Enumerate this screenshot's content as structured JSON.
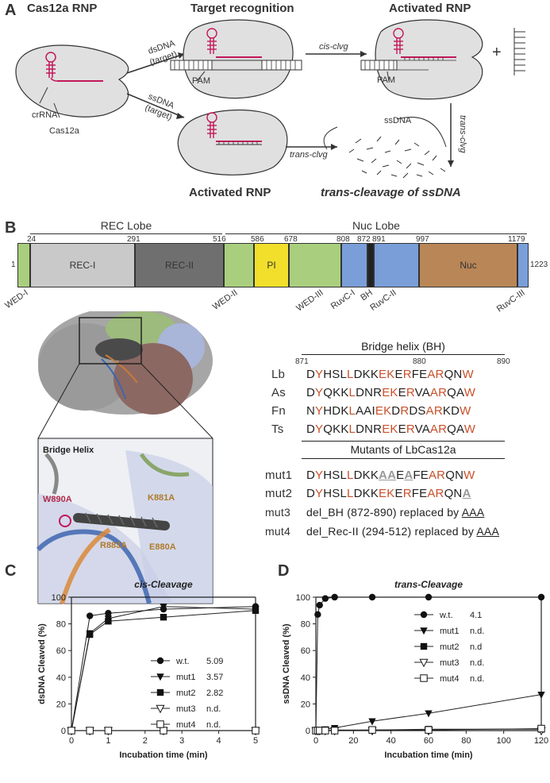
{
  "panelA": {
    "letter": "A",
    "titles": {
      "cas12a_rnp": "Cas12a RNP",
      "target_recognition": "Target recognition",
      "activated_rnp_top": "Activated RNP",
      "activated_rnp_bottom": "Activated RNP",
      "trans_cleavage": "trans-cleavage of ssDNA"
    },
    "labels": {
      "crRNA": "crRNA",
      "cas12a": "Cas12a",
      "dsdna": "dsDNA",
      "target1": "(target)",
      "ssdna": "ssDNA",
      "target2": "(target)",
      "pam1": "PAM",
      "pam2": "PAM",
      "cis": "cis-clvg",
      "trans1": "trans-clvg",
      "trans2": "trans-clvg",
      "ssdna_free": "ssDNA",
      "plus": "+"
    }
  },
  "panelB": {
    "letter": "B",
    "rec_lobe": "REC Lobe",
    "nuc_lobe": "Nuc Lobe",
    "domains": [
      {
        "name": "",
        "start": 1,
        "end": 24,
        "color": "#a9cf7e"
      },
      {
        "name": "REC-I",
        "start": 24,
        "end": 291,
        "color": "#c9c9c9"
      },
      {
        "name": "REC-II",
        "start": 291,
        "end": 516,
        "color": "#6f6f6f"
      },
      {
        "name": "",
        "start": 516,
        "end": 586,
        "color": "#a9cf7e"
      },
      {
        "name": "PI",
        "start": 586,
        "end": 678,
        "color": "#f1df2b"
      },
      {
        "name": "",
        "start": 678,
        "end": 808,
        "color": "#a9cf7e"
      },
      {
        "name": "",
        "start": 808,
        "end": 872,
        "color": "#7a9ed8"
      },
      {
        "name": "",
        "start": 872,
        "end": 891,
        "color": "#222222"
      },
      {
        "name": "",
        "start": 891,
        "end": 997,
        "color": "#7a9ed8"
      },
      {
        "name": "Nuc",
        "start": 997,
        "end": 1179,
        "color": "#b98657"
      },
      {
        "name": "",
        "start": 1179,
        "end": 1223,
        "color": "#7a9ed8"
      }
    ],
    "positions": [
      "24",
      "291",
      "516",
      "586",
      "678",
      "808",
      "872",
      "891",
      "997",
      "1179"
    ],
    "pos_start": "1",
    "pos_end": "1223",
    "rotated_labels": [
      "WED-I",
      "WED-II",
      "WED-III",
      "RuvC-I",
      "BH",
      "RuvC-II",
      "RuvC-III"
    ],
    "inset_title": "Bridge Helix",
    "mutations": [
      "W890A",
      "K881A",
      "R883A",
      "E880A"
    ],
    "bh_title": "Bridge helix (BH)",
    "bh_nums": [
      "871",
      "880",
      "890"
    ],
    "mut_title": "Mutants of LbCas12a",
    "seqs": {
      "lb": "Lb",
      "as": "As",
      "fn": "Fn",
      "ts": "Ts",
      "mut1": "mut1",
      "mut2": "mut2",
      "mut3": "mut3",
      "mut4": "mut4",
      "mut3_text": "del_BH (872-890) replaced by ",
      "mut4_text": "del_Rec-II (294-512) replaced by ",
      "aaa": "AAA"
    }
  },
  "panelC": {
    "letter": "C",
    "chart_data": {
      "type": "scatter",
      "title": "cis-Cleavage",
      "xlabel": "Incubation time (min)",
      "ylabel": "dsDNA  Cleaved (%)",
      "xlim": [
        0,
        5
      ],
      "ylim": [
        0,
        100
      ],
      "xticks": [
        "0",
        "1",
        "2",
        "3",
        "4",
        "5"
      ],
      "yticks": [
        "0",
        "20",
        "40",
        "60",
        "80",
        "100"
      ],
      "series": [
        {
          "name": "w.t.",
          "value_label": "5.09",
          "marker": "circle",
          "x": [
            0,
            0.5,
            1,
            2.5,
            5
          ],
          "y": [
            0,
            86,
            88,
            91,
            93
          ]
        },
        {
          "name": "mut1",
          "value_label": "3.57",
          "marker": "triangle-down",
          "x": [
            0,
            0.5,
            1,
            2.5,
            5
          ],
          "y": [
            0,
            73,
            84,
            93,
            91
          ]
        },
        {
          "name": "mut2",
          "value_label": "2.82",
          "marker": "square",
          "x": [
            0,
            0.5,
            1,
            2.5,
            5
          ],
          "y": [
            0,
            72,
            82,
            85,
            90
          ]
        },
        {
          "name": "mut3",
          "value_label": "n.d.",
          "marker": "triangle-down-open",
          "x": [
            0,
            0.5,
            1,
            2.5,
            5
          ],
          "y": [
            0,
            0,
            0,
            0,
            0
          ]
        },
        {
          "name": "mut4",
          "value_label": "n.d.",
          "marker": "square-open",
          "x": [
            0,
            0.5,
            1,
            2.5,
            5
          ],
          "y": [
            0,
            0,
            0,
            0,
            0
          ]
        }
      ]
    }
  },
  "panelD": {
    "letter": "D",
    "chart_data": {
      "type": "scatter",
      "title": "trans-Cleavage",
      "xlabel": "Incubation time (min)",
      "ylabel": "ssDNA Cleaved (%)",
      "xlim": [
        0,
        120
      ],
      "ylim": [
        0,
        100
      ],
      "xticks": [
        "0",
        "20",
        "40",
        "60",
        "80",
        "100",
        "120"
      ],
      "yticks": [
        "0",
        "20",
        "40",
        "60",
        "80",
        "100"
      ],
      "series": [
        {
          "name": "w.t.",
          "value_label": "4.1",
          "marker": "circle",
          "x": [
            0,
            1,
            2,
            5,
            10,
            30,
            60,
            120
          ],
          "y": [
            0,
            87,
            94,
            99,
            100,
            100,
            100,
            100
          ]
        },
        {
          "name": "mut1",
          "value_label": "n.d.",
          "marker": "triangle-down",
          "x": [
            0,
            1,
            2,
            5,
            10,
            30,
            60,
            120
          ],
          "y": [
            0,
            0.5,
            0.5,
            1,
            2,
            7,
            13,
            27
          ]
        },
        {
          "name": "mut2",
          "value_label": "n.d",
          "marker": "square",
          "x": [
            0,
            1,
            2,
            5,
            10,
            30,
            60,
            120
          ],
          "y": [
            0,
            0,
            0,
            0,
            0.5,
            0.5,
            1,
            1
          ]
        },
        {
          "name": "mut3",
          "value_label": "n.d.",
          "marker": "triangle-down-open",
          "x": [
            0,
            1,
            2,
            5,
            10,
            30,
            60,
            120
          ],
          "y": [
            0,
            0,
            0,
            0,
            0,
            0,
            0,
            0
          ]
        },
        {
          "name": "mut4",
          "value_label": "n.d.",
          "marker": "square-open",
          "x": [
            0,
            1,
            2,
            5,
            10,
            30,
            60,
            120
          ],
          "y": [
            0,
            0,
            0,
            0,
            0,
            0.5,
            0.5,
            1.5
          ]
        }
      ]
    }
  }
}
